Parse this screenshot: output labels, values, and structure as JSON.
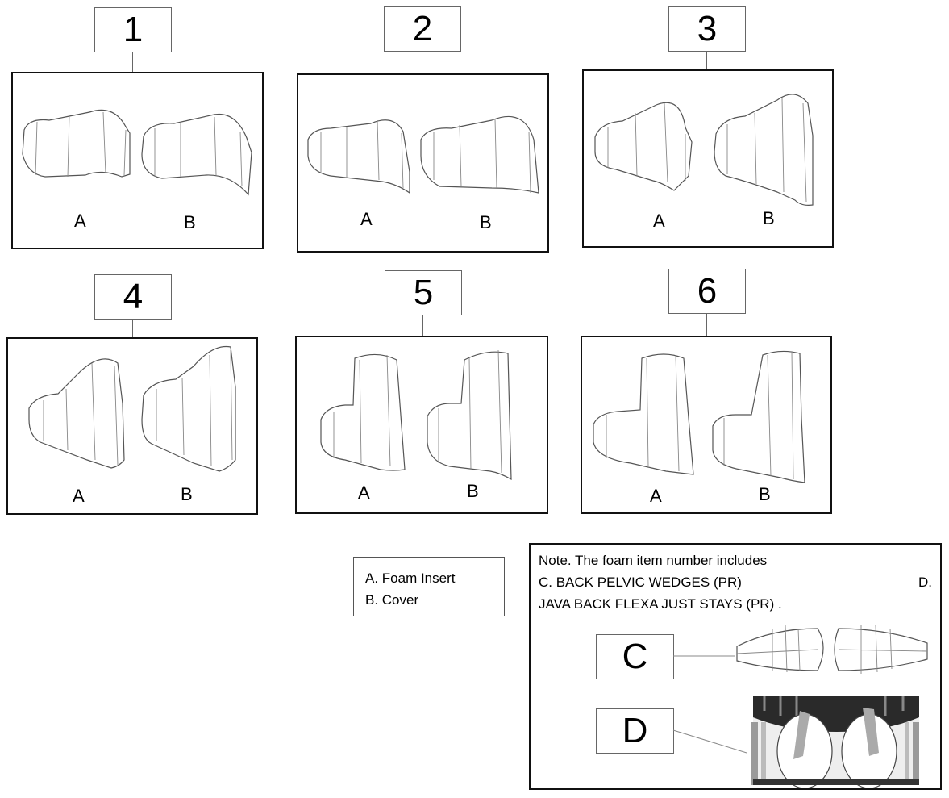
{
  "panels": [
    {
      "number": "1",
      "label_a": "A",
      "label_b": "B"
    },
    {
      "number": "2",
      "label_a": "A",
      "label_b": "B"
    },
    {
      "number": "3",
      "label_a": "A",
      "label_b": "B"
    },
    {
      "number": "4",
      "label_a": "A",
      "label_b": "B"
    },
    {
      "number": "5",
      "label_a": "A",
      "label_b": "B"
    },
    {
      "number": "6",
      "label_a": "A",
      "label_b": "B"
    }
  ],
  "legend": {
    "line1": "A. Foam Insert",
    "line2": "B. Cover"
  },
  "note": {
    "line1": "Note. The foam item number includes",
    "line2": "C. BACK PELVIC WEDGES (PR)",
    "line2_right": "D.",
    "line3": "JAVA BACK FLEXA JUST STAYS (PR) .",
    "c_label": "C",
    "d_label": "D"
  }
}
